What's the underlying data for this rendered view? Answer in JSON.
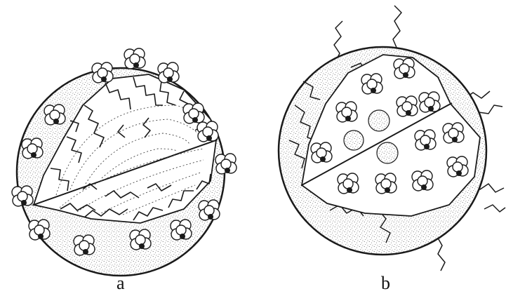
{
  "figure": {
    "panels": [
      {
        "id": "a",
        "label": "a"
      },
      {
        "id": "b",
        "label": "b"
      }
    ]
  },
  "colors": {
    "ink": "#1a1a1a",
    "speckle": "#5a5a5a",
    "molecule_fill": "#ffffff",
    "background": "#ffffff"
  }
}
